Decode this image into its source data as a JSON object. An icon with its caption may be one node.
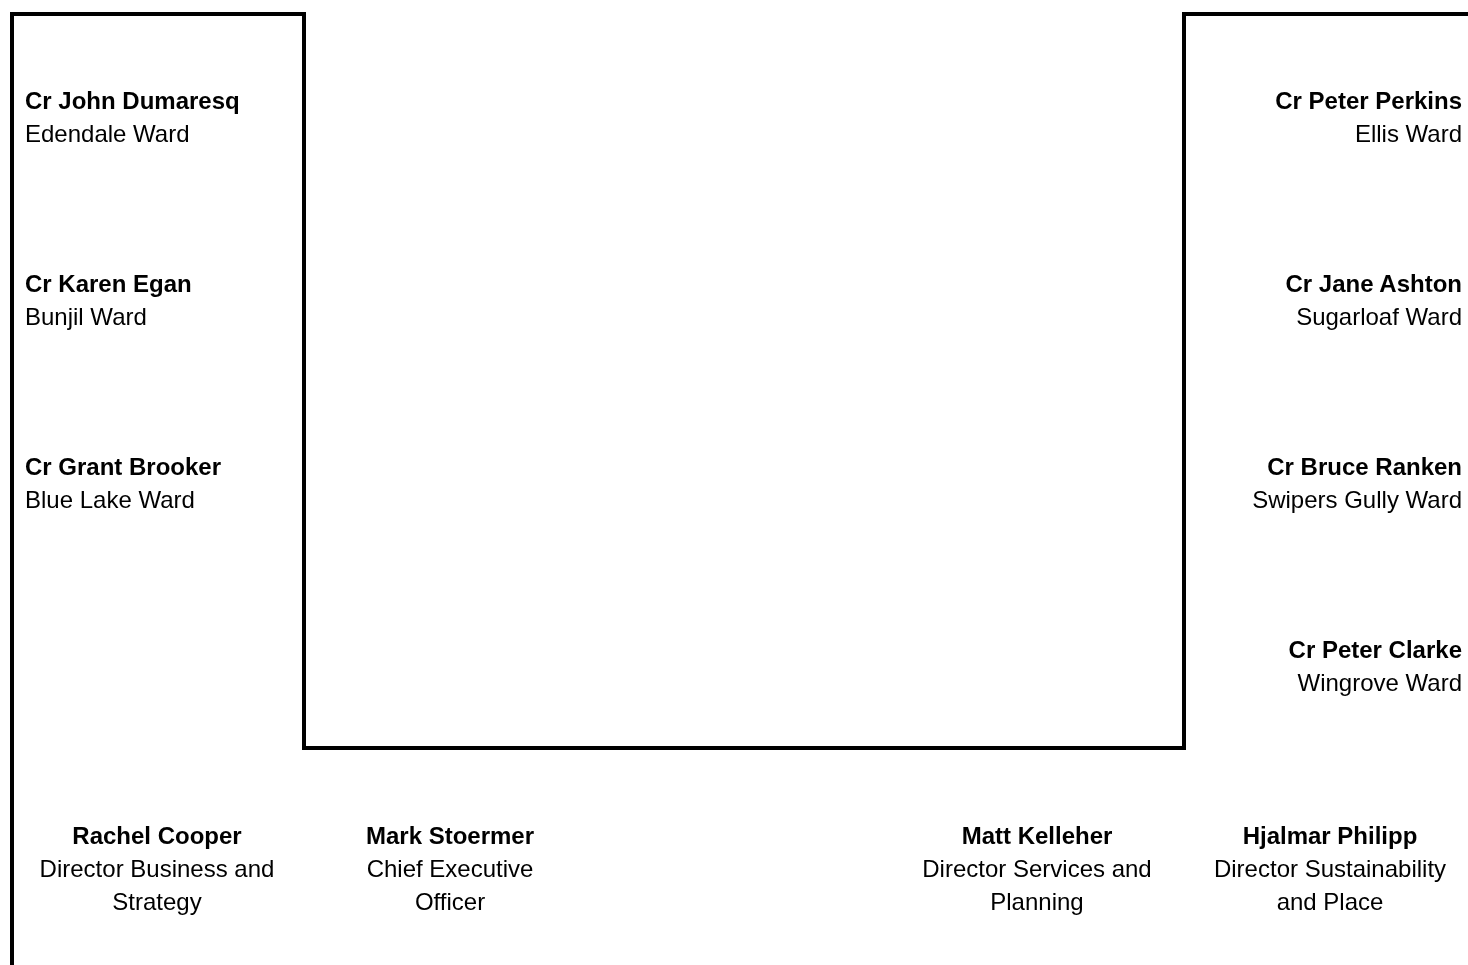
{
  "diagram": {
    "labels": [
      "Cr John Dumaresq",
      "Edendale Ward",
      "Cr Peter Perkins",
      "Ellis Ward",
      "Cr Karen Egan",
      "Bunjil Ward",
      "Cr Jane Ashton",
      "Sugarloaf Ward",
      "Cr Grant Brooker",
      "Blue Lake Ward",
      "Cr Bruce Ranken",
      "Swipers Gully Ward",
      "Cr Peter Clarke",
      "Wingrove Ward",
      "Rachel Cooper",
      "Director Business and Strategy",
      "Mark Stoermer",
      "Chief Executive Officer",
      "Matt Kelleher",
      "Director Services and Planning",
      "Hjalmar Philipp",
      "Director Sustainability and Place"
    ]
  }
}
